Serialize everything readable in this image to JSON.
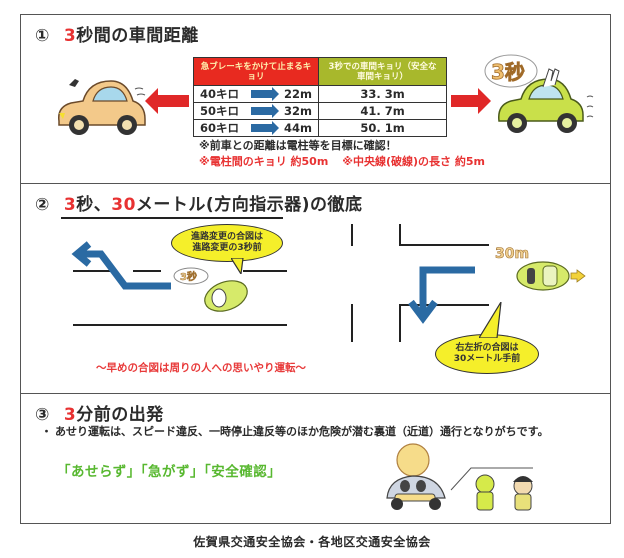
{
  "section1": {
    "number": "①",
    "title_highlight": "3",
    "title_rest": "秒間の車間距離",
    "table": {
      "headers": [
        "急ブレーキをかけて止まるキョリ",
        "3秒での車間キョリ（安全な車間キョリ）"
      ],
      "rows": [
        {
          "speed": "40キロ",
          "stop": "22m",
          "safe": "33. 3m"
        },
        {
          "speed": "50キロ",
          "stop": "32m",
          "safe": "41. 7m"
        },
        {
          "speed": "60キロ",
          "stop": "44m",
          "safe": "50. 1m"
        }
      ]
    },
    "note_black": "※前車との距離は電柱等を目標に確認！",
    "note_red_1": "※電柱間のキョリ 約50m",
    "note_red_2": "※中央線(破線)の長さ 約5m",
    "car_right_bubble": "3秒",
    "colors": {
      "header_red": "#e82a20",
      "header_olive": "#a8b82c",
      "arrow_red": "#e02828",
      "arrow_blue": "#2b6aa3"
    }
  },
  "section2": {
    "number": "②",
    "title_highlight_1": "3",
    "title_mid_1": "秒、",
    "title_highlight_2": "30",
    "title_rest": "メートル(方向指示器)の徹底",
    "bubble_lane_change": "進路変更の合図は\n進路変更の3秒前",
    "bubble_lane_line1": "進路変更の合図は",
    "bubble_lane_line2": "進路変更の3秒前",
    "car_bubble_left": "3秒",
    "car_bubble_right": "30m",
    "bubble_turn_line1": "右左折の合図は",
    "bubble_turn_line2": "30メートル手前",
    "slogan": "～早めの合図は周りの人への思いやり運転～"
  },
  "section3": {
    "number": "③",
    "title_highlight": "3",
    "title_rest": "分前の出発",
    "bullet_mark": "・",
    "bullet_text": "あせり運転は、スピード違反、一時停止違反等のほか危険が潜む裏道（近道）通行となりがちです。",
    "slogans": [
      "「あせらず」",
      "「急がず」",
      "「安全確認」"
    ]
  },
  "footer": "佐賀県交通安全協会・各地区交通安全協会"
}
